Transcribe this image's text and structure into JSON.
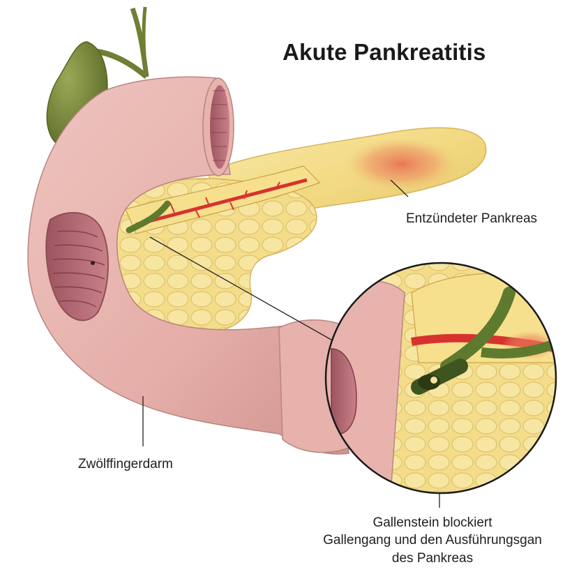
{
  "title": "Akute Pankreatitis",
  "labels": {
    "pancreas": "Entzündeter Pankreas",
    "duodenum": "Zwölffingerdarm",
    "gallstone": [
      "Gallenstein blockiert",
      "Gallengang und den Ausführungsgan",
      "des Pankreas"
    ]
  },
  "colors": {
    "duodenum": "#e8b3ad",
    "duodenum_dark": "#c98d88",
    "lumen": "#b86f75",
    "pancreas": "#f4de8e",
    "pancreas_dark": "#d9b95c",
    "inflamed": "#e9735e",
    "gallbladder": "#7a8a3c",
    "bile_duct": "#5e7a2e",
    "artery": "#d8322e"
  }
}
